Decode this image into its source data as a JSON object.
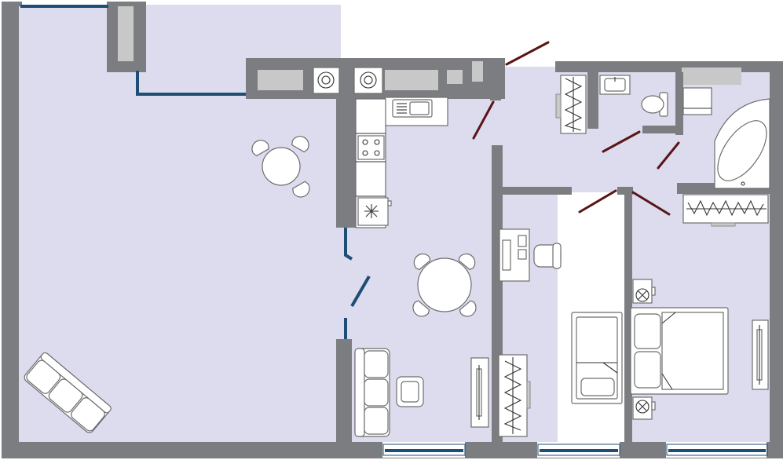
{
  "plan": {
    "colors": {
      "floor": "#dcdcee",
      "wall": "#7c7d80",
      "door": "#5a1616",
      "window": "#1f4e74",
      "furniture": "#ffffff",
      "counter": "#c9c9c9"
    },
    "rooms": [
      {
        "key": "living",
        "icons": [
          "dining-table-icon",
          "sofa-icon"
        ]
      },
      {
        "key": "kitchen",
        "icons": [
          "stove-icon",
          "sink-icon",
          "fridge-icon",
          "dining-table-icon",
          "sofa-icon",
          "ottoman-icon",
          "tv-stand-icon"
        ]
      },
      {
        "key": "study",
        "icons": [
          "desk-icon",
          "chair-icon",
          "wardrobe-icon"
        ]
      },
      {
        "key": "bathroom",
        "icons": [
          "bathtub-icon",
          "toilet-icon",
          "washbasin-icon"
        ]
      },
      {
        "key": "bedroom",
        "icons": [
          "double-bed-icon",
          "nightstand-icon",
          "wardrobe-icon",
          "tv-stand-icon"
        ]
      }
    ]
  }
}
